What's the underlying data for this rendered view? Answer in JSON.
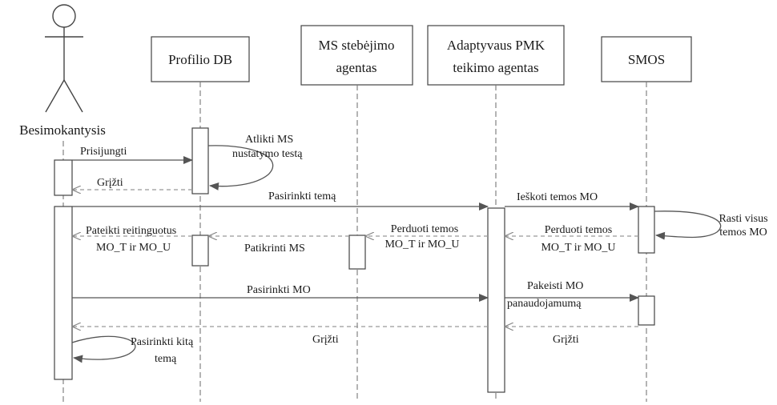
{
  "participants": {
    "actor": "Besimokantysis",
    "profilio_db": "Profilio DB",
    "ms_line1": "MS stebėjimo",
    "ms_line2": "agentas",
    "pmk_line1": "Adaptyvaus PMK",
    "pmk_line2": "teikimo agentas",
    "smos": "SMOS"
  },
  "messages": {
    "prisijungti": "Prisijungti",
    "atlikti_1": "Atlikti MS",
    "atlikti_2": "nustatymo testą",
    "grizti_1": "Grįžti",
    "pasirinkti_tema": "Pasirinkti temą",
    "ieskoti": "Ieškoti temos MO",
    "rasti_1": "Rasti visus",
    "rasti_2": "temos MO",
    "perduoti_smos_1": "Perduoti temos",
    "perduoti_smos_2": "MO_T ir MO_U",
    "perduoti_ms_1": "Perduoti temos",
    "perduoti_ms_2": "MO_T ir MO_U",
    "patikrinti": "Patikrinti MS",
    "pateikti_1": "Pateikti reitinguotus",
    "pateikti_2": "MO_T ir MO_U",
    "pasirinkti_mo": "Pasirinkti MO",
    "pakeisti_1": "Pakeisti MO",
    "pakeisti_2": "panaudojamumą",
    "grizti_2": "Grįžti",
    "grizti_3": "Grįžti",
    "kita_1": "Pasirinkti kitą",
    "kita_2": "temą"
  }
}
